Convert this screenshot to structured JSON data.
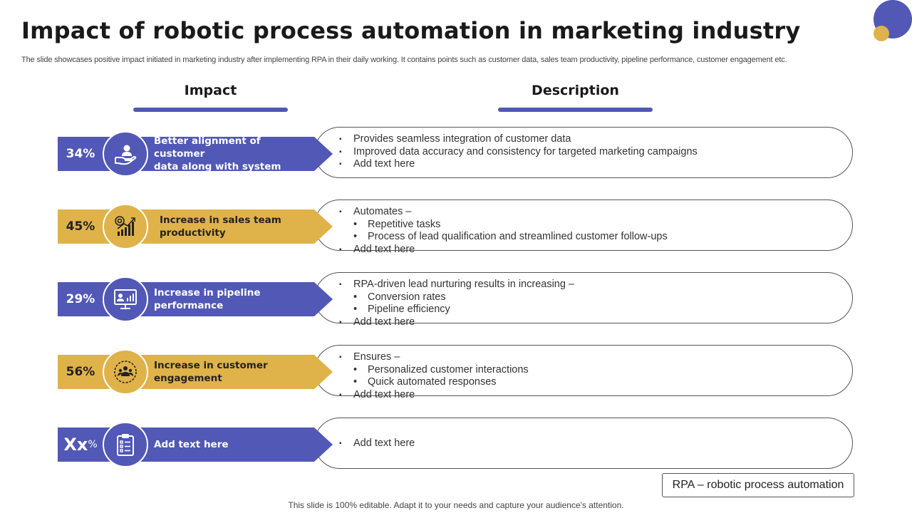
{
  "title": "Impact of robotic process automation in marketing industry",
  "subtitle": "The slide showcases positive impact initiated in marketing industry after implementing RPA in their daily working. It contains points such as customer data, sales team productivity, pipeline performance, customer engagement etc.",
  "columns": {
    "impact": "Impact",
    "description": "Description"
  },
  "colors": {
    "blue": "#5158b5",
    "gold": "#dfb24a"
  },
  "rows": [
    {
      "percent": "34%",
      "color": "blue",
      "icon": "hand-user-icon",
      "label": "Better alignment of customer\n data along with system",
      "bullets": [
        {
          "level": 1,
          "text": "Provides seamless integration of customer data"
        },
        {
          "level": 1,
          "text": "Improved data accuracy and consistency for targeted marketing campaigns"
        },
        {
          "level": 1,
          "text": "Add text here"
        }
      ]
    },
    {
      "percent": "45%",
      "color": "gold",
      "icon": "growth-chart-target-icon",
      "label": "Increase in sales team\nproductivity",
      "bullets": [
        {
          "level": 1,
          "text": "Automates –"
        },
        {
          "level": 2,
          "text": "Repetitive tasks"
        },
        {
          "level": 2,
          "text": "Process of lead qualification and streamlined customer follow-ups"
        },
        {
          "level": 1,
          "text": "Add text here"
        }
      ]
    },
    {
      "percent": "29%",
      "color": "blue",
      "icon": "monitor-analytics-icon",
      "label": "Increase in pipeline\nperformance",
      "bullets": [
        {
          "level": 1,
          "text": "RPA-driven lead nurturing results in increasing –"
        },
        {
          "level": 2,
          "text": "Conversion rates"
        },
        {
          "level": 2,
          "text": "Pipeline efficiency"
        },
        {
          "level": 1,
          "text": "Add text here"
        }
      ]
    },
    {
      "percent": "56%",
      "color": "gold",
      "icon": "customer-group-icon",
      "label": "Increase in customer\nengagement",
      "bullets": [
        {
          "level": 1,
          "text": "Ensures –"
        },
        {
          "level": 2,
          "text": "Personalized customer interactions"
        },
        {
          "level": 2,
          "text": "Quick automated responses"
        },
        {
          "level": 1,
          "text": "Add text here"
        }
      ]
    },
    {
      "percent_main": "Xx",
      "percent_suffix": "%",
      "color": "blue",
      "icon": "clipboard-checklist-icon",
      "label": "Add text here",
      "bullets": [
        {
          "level": 1,
          "text": "Add text here"
        }
      ]
    }
  ],
  "legend": "RPA – robotic process automation",
  "footer": "This slide is 100% editable. Adapt it to your needs and capture your audience's attention."
}
